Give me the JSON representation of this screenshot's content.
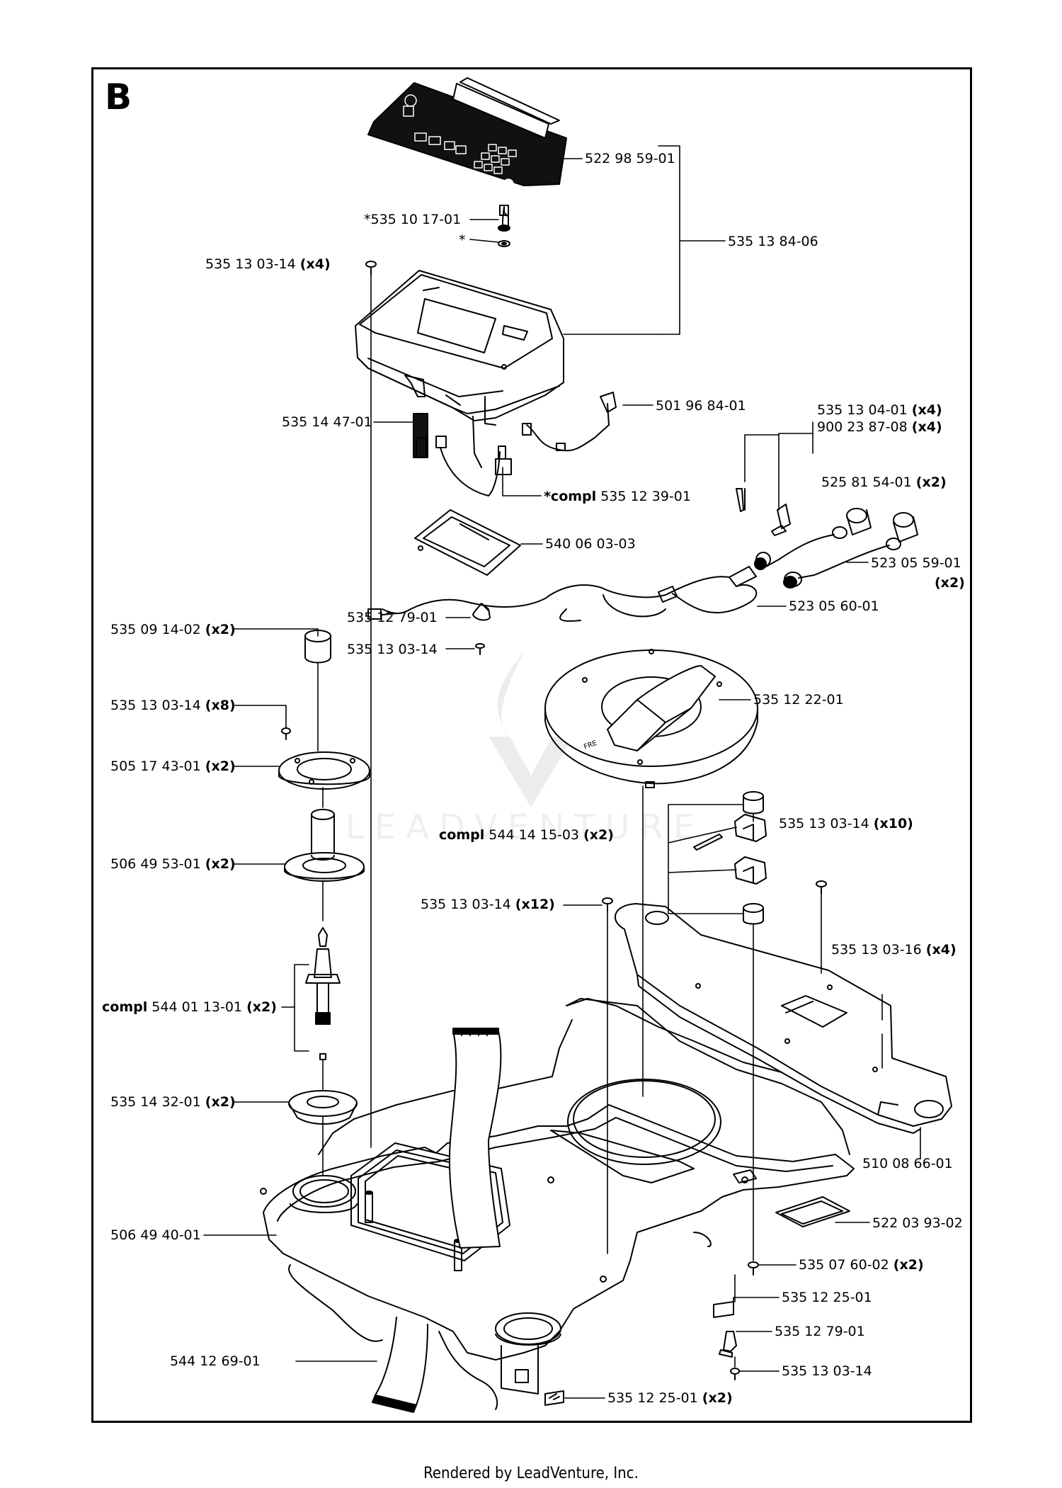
{
  "section": "B",
  "footer": "Rendered by LeadVenture, Inc.",
  "watermark": "LEADVENTURE",
  "labels": {
    "l01": {
      "pre": "",
      "num": "522 98 59-01",
      "qty": ""
    },
    "l02": {
      "pre": "*",
      "num": "535 10 17-01",
      "qty": ""
    },
    "l03": {
      "pre": "*",
      "num": "",
      "qty": ""
    },
    "l04": {
      "pre": "",
      "num": "535 13 84-06",
      "qty": ""
    },
    "l05": {
      "pre": "",
      "num": "535 13 03-14",
      "qty": "(x4)"
    },
    "l06": {
      "pre": "",
      "num": "501 96 84-01",
      "qty": ""
    },
    "l07": {
      "pre": "",
      "num": "535 14 47-01",
      "qty": ""
    },
    "l08": {
      "pre": "*compl",
      "num": "535 12 39-01",
      "qty": ""
    },
    "l09": {
      "pre": "",
      "num": "535 13 04-01",
      "qty": "(x4)"
    },
    "l10": {
      "pre": "",
      "num": "900 23 87-08",
      "qty": "(x4)"
    },
    "l11": {
      "pre": "",
      "num": "525 81 54-01",
      "qty": "(x2)"
    },
    "l12": {
      "pre": "",
      "num": "540 06 03-03",
      "qty": ""
    },
    "l13": {
      "pre": "",
      "num": "523 05 59-01",
      "qty": ""
    },
    "l14": {
      "pre": "",
      "num": "",
      "qty": "(x2)"
    },
    "l15": {
      "pre": "",
      "num": "523 05 60-01",
      "qty": ""
    },
    "l16": {
      "pre": "",
      "num": "535 12 79-01",
      "qty": ""
    },
    "l17": {
      "pre": "",
      "num": "535 09 14-02",
      "qty": "(x2)"
    },
    "l18": {
      "pre": "",
      "num": "535 13 03-14",
      "qty": ""
    },
    "l19": {
      "pre": "",
      "num": "535 12 22-01",
      "qty": ""
    },
    "l20": {
      "pre": "",
      "num": "535 13 03-14",
      "qty": "(x8)"
    },
    "l21": {
      "pre": "",
      "num": "505 17 43-01",
      "qty": "(x2)"
    },
    "l22": {
      "pre": "",
      "num": "535 13 03-14",
      "qty": "(x10)"
    },
    "l23": {
      "pre": "compl",
      "num": "544 14 15-03",
      "qty": "(x2)"
    },
    "l24": {
      "pre": "",
      "num": "506 49 53-01",
      "qty": "(x2)"
    },
    "l25": {
      "pre": "",
      "num": "535 13 03-14",
      "qty": "(x12)"
    },
    "l26": {
      "pre": "",
      "num": "535 13 03-16",
      "qty": "(x4)"
    },
    "l27": {
      "pre": "compl",
      "num": "544 01 13-01",
      "qty": "(x2)"
    },
    "l28": {
      "pre": "",
      "num": "535 14 32-01",
      "qty": "(x2)"
    },
    "l29": {
      "pre": "",
      "num": "510 08 66-01",
      "qty": ""
    },
    "l30": {
      "pre": "",
      "num": "506 49 40-01",
      "qty": ""
    },
    "l31": {
      "pre": "",
      "num": "522 03 93-02",
      "qty": ""
    },
    "l32": {
      "pre": "",
      "num": "535 07 60-02",
      "qty": "(x2)"
    },
    "l33": {
      "pre": "",
      "num": "535 12 25-01",
      "qty": ""
    },
    "l34": {
      "pre": "",
      "num": "535 12 79-01",
      "qty": ""
    },
    "l35": {
      "pre": "",
      "num": "544 12 69-01",
      "qty": ""
    },
    "l36": {
      "pre": "",
      "num": "535 13 03-14",
      "qty": ""
    },
    "l37": {
      "pre": "",
      "num": "535 12 25-01",
      "qty": "(x2)"
    }
  },
  "icons": {
    "keypad": "control-panel-keypad-illustration",
    "housing": "display-housing-cover-illustration",
    "chassis": "mower-chassis-body-illustration",
    "plate": "circuit-plate-illustration",
    "cable": "sensor-cable-illustration"
  }
}
